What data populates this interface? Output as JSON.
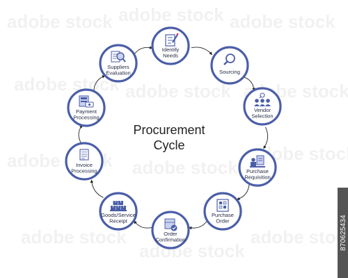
{
  "title": {
    "line1": "Procurement",
    "line2": "Cycle"
  },
  "nodes": [
    {
      "id": "identify-needs",
      "lines": [
        "Identify",
        "Needs"
      ],
      "icon": "document-pen-icon"
    },
    {
      "id": "sourcing",
      "lines": [
        "Sourcing"
      ],
      "icon": "magnifier-icon"
    },
    {
      "id": "vendor-selection",
      "lines": [
        "Vendor",
        "Selection"
      ],
      "icon": "people-search-icon"
    },
    {
      "id": "purchase-requisition",
      "lines": [
        "Purchase",
        "Requisition"
      ],
      "icon": "requisition-desk-icon"
    },
    {
      "id": "purchase-order",
      "lines": [
        "Purchase",
        "Order"
      ],
      "icon": "order-boxes-icon"
    },
    {
      "id": "order-confirmation",
      "lines": [
        "Order",
        "Confirmation"
      ],
      "icon": "box-check-icon"
    },
    {
      "id": "goods-service-receipt",
      "lines": [
        "Goods/Service",
        "Receipt"
      ],
      "icon": "stacked-boxes-icon"
    },
    {
      "id": "invoice-processing",
      "lines": [
        "Invoice",
        "Processing"
      ],
      "icon": "invoice-icon"
    },
    {
      "id": "payment-processing",
      "lines": [
        "Payment",
        "Processing"
      ],
      "icon": "payment-card-icon"
    },
    {
      "id": "suppliers-evaluation",
      "lines": [
        "Suppliers",
        "Evaluation"
      ],
      "icon": "evaluation-magnifier-icon"
    }
  ],
  "stock_id": "870625434",
  "watermark": "adobe stock",
  "colors": {
    "ring_stroke": "#4a5ea8",
    "icon_primary": "#4a5ea8",
    "icon_light": "#c9d2ee",
    "label_text": "#1f2740",
    "arrow": "#222222",
    "stock_bar": "#555555"
  }
}
